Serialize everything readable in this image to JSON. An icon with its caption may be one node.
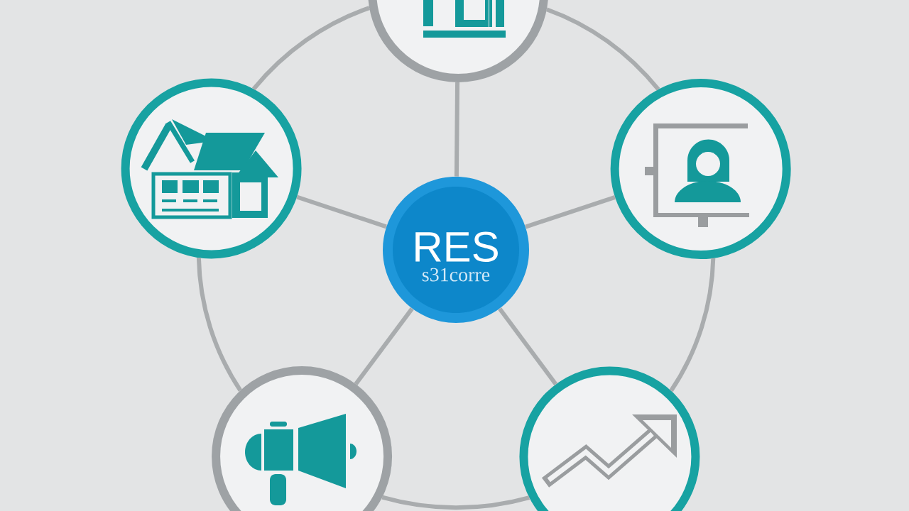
{
  "diagram": {
    "nodes": [
      {
        "text": [
          "RES",
          "s31corre"
        ]
      },
      {
        "text": [],
        "shape": "circle"
      },
      {
        "text": [],
        "shape": "circle"
      },
      {
        "text": [],
        "shape": "circle"
      },
      {
        "text": [],
        "shape": "circle"
      },
      {
        "text": [],
        "shape": "circle"
      }
    ],
    "edges": [
      {
        "from": 0,
        "to": 1,
        "arrow": "none"
      },
      {
        "from": 0,
        "to": 2,
        "arrow": "none"
      },
      {
        "from": 0,
        "to": 3,
        "arrow": "none"
      },
      {
        "from": 0,
        "to": 4,
        "arrow": "none"
      },
      {
        "from": 0,
        "to": 5,
        "arrow": "none"
      },
      {
        "from": 1,
        "to": 2,
        "arrow": "none"
      },
      {
        "from": 1,
        "to": 3,
        "arrow": "none"
      },
      {
        "from": 2,
        "to": 4,
        "arrow": "none"
      },
      {
        "from": 3,
        "to": 5,
        "arrow": "none"
      },
      {
        "from": 4,
        "to": 5,
        "arrow": "none"
      }
    ]
  }
}
